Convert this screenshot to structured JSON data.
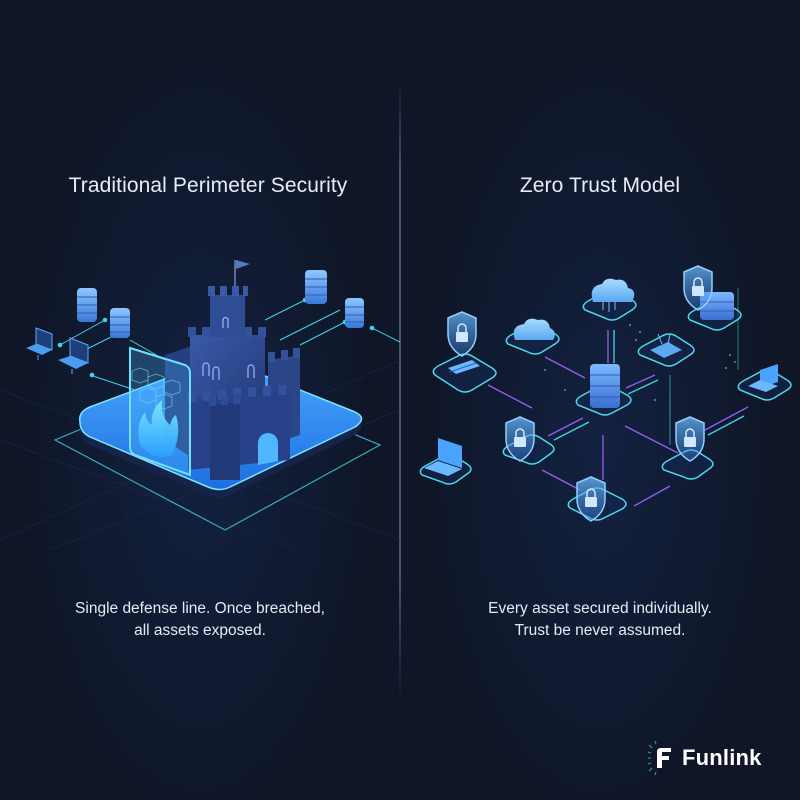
{
  "left_panel": {
    "title": "Traditional Perimeter Security",
    "caption_line1": "Single defense line. Once breached,",
    "caption_line2": "all assets exposed.",
    "illustration": {
      "icons": [
        "castle-icon",
        "firewall-shield-icon",
        "flame-icon",
        "server-icon",
        "laptop-icon",
        "flag-icon"
      ],
      "server_count": 4,
      "laptop_count": 2
    }
  },
  "right_panel": {
    "title": "Zero Trust Model",
    "caption_line1": "Every asset secured individually.",
    "caption_line2": "Trust be never assumed.",
    "illustration": {
      "icons": [
        "server-icon",
        "cloud-icon",
        "lock-shield-icon",
        "laptop-icon",
        "router-icon"
      ],
      "central_node": "server-icon",
      "shielded_node_count": 5
    }
  },
  "brand": {
    "name": "Funlink",
    "logo_letter": "F"
  },
  "colors": {
    "background": "#0f1628",
    "accent_cyan": "#4fd8e8",
    "accent_blue": "#3a8dff",
    "accent_purple": "#9a5cf0",
    "castle": "#2d4a8f",
    "text": "#e8edf5"
  }
}
